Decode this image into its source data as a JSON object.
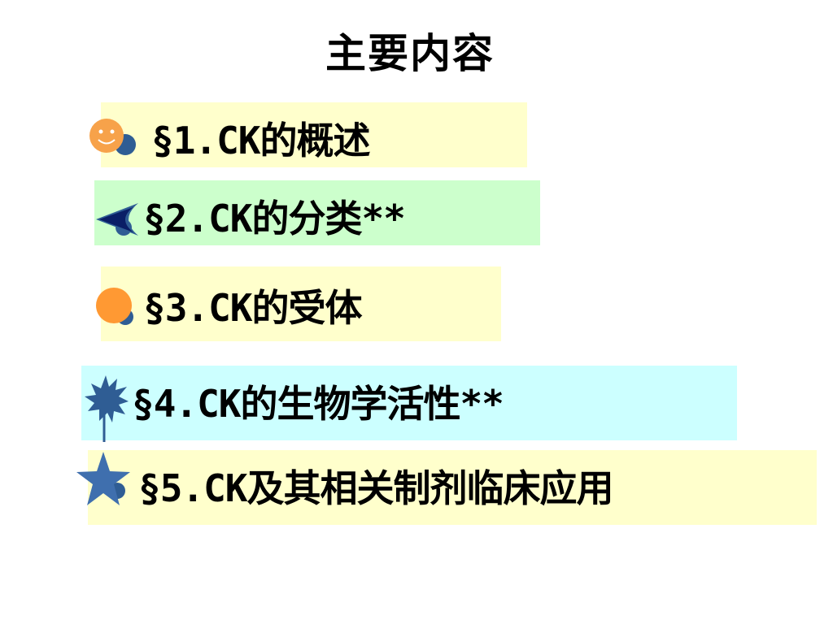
{
  "slide": {
    "title": "主要内容",
    "items": [
      {
        "label": "§1.CK的概述",
        "bg_color": "#ffffcc",
        "bullet_icon": "smiley-face-icon"
      },
      {
        "label": "§2.CK的分类**",
        "bg_color": "#ccffcc",
        "bullet_icon": "crescent-moon-icon"
      },
      {
        "label": "§3.CK的受体",
        "bg_color": "#ffffcc",
        "bullet_icon": "orange-circle-icon"
      },
      {
        "label": "§4.CK的生物学活性**",
        "bg_color": "#ccffff",
        "bullet_icon": "starburst-icon"
      },
      {
        "label": "§5.CK及其相关制剂临床应用",
        "bg_color": "#ffffcc",
        "bullet_icon": "star-icon"
      }
    ]
  }
}
